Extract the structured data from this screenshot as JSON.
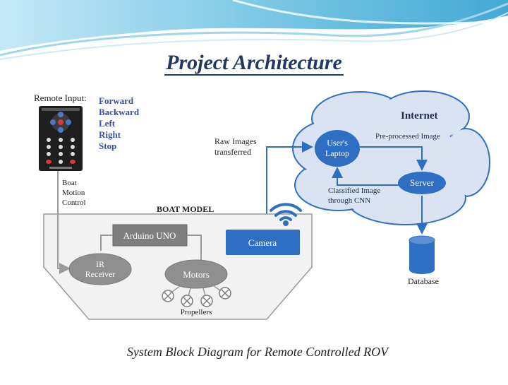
{
  "slide": {
    "title": "Project Architecture",
    "caption": "System Block Diagram for Remote Controlled ROV"
  },
  "remote": {
    "label": "Remote Input:",
    "commands": [
      "Forward",
      "Backward",
      "Left",
      "Right",
      "Stop"
    ],
    "link_label": [
      "Boat",
      "Motion",
      "Control"
    ]
  },
  "boat": {
    "title": "BOAT MODEL",
    "arduino": "Arduino UNO",
    "camera": "Camera",
    "ir_receiver": [
      "IR",
      "Receiver"
    ],
    "motors": "Motors",
    "propellers": "Propellers"
  },
  "network": {
    "internet": "Internet",
    "raw_images": [
      "Raw Images",
      "transferred"
    ],
    "preprocessed": "Pre-processed  Image",
    "laptop": [
      "User's",
      "Laptop"
    ],
    "server": "Server",
    "classified": [
      "Classified Image",
      "through CNN"
    ],
    "database": "Database"
  },
  "colors": {
    "title": "#1f3864",
    "accent_blue": "#2e6fc4",
    "cloud_fill": "#d9e3f1",
    "cloud_stroke": "#2e6fc4",
    "boat_fill": "#f2f2f2",
    "command_text": "#3b4fa0",
    "header_teal": "#4fb3d6"
  }
}
